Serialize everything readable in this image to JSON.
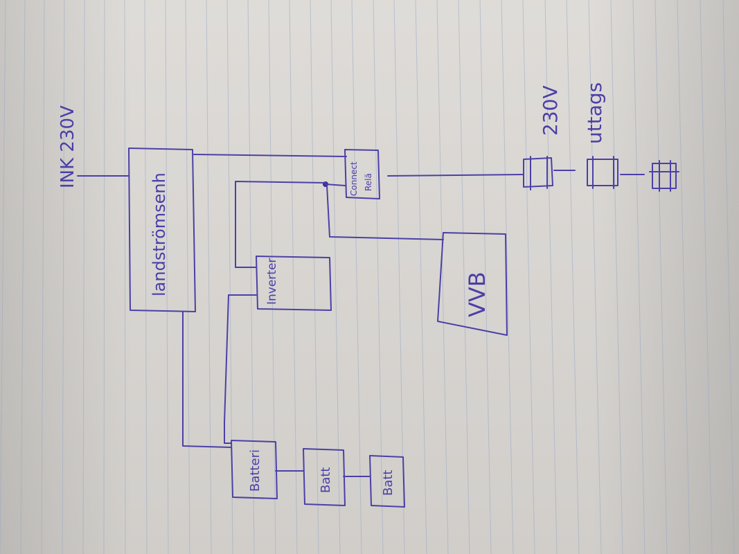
{
  "diagram": {
    "input_label": "INK 230V",
    "landstrom_label": "landströmsenh",
    "connect_relay_line1": "Connect",
    "connect_relay_line2": "Relä",
    "inverter_label": "Inverter",
    "vvb_label": "VVB",
    "battery1_label": "Batteri",
    "battery2_label": "Batt",
    "battery3_label": "Batt",
    "output_label": "230V",
    "outlets_label": "uttags"
  },
  "colors": {
    "ink": "#4b3fa6",
    "paper": "#dcd9d5",
    "rule": "#9aa8c4"
  }
}
